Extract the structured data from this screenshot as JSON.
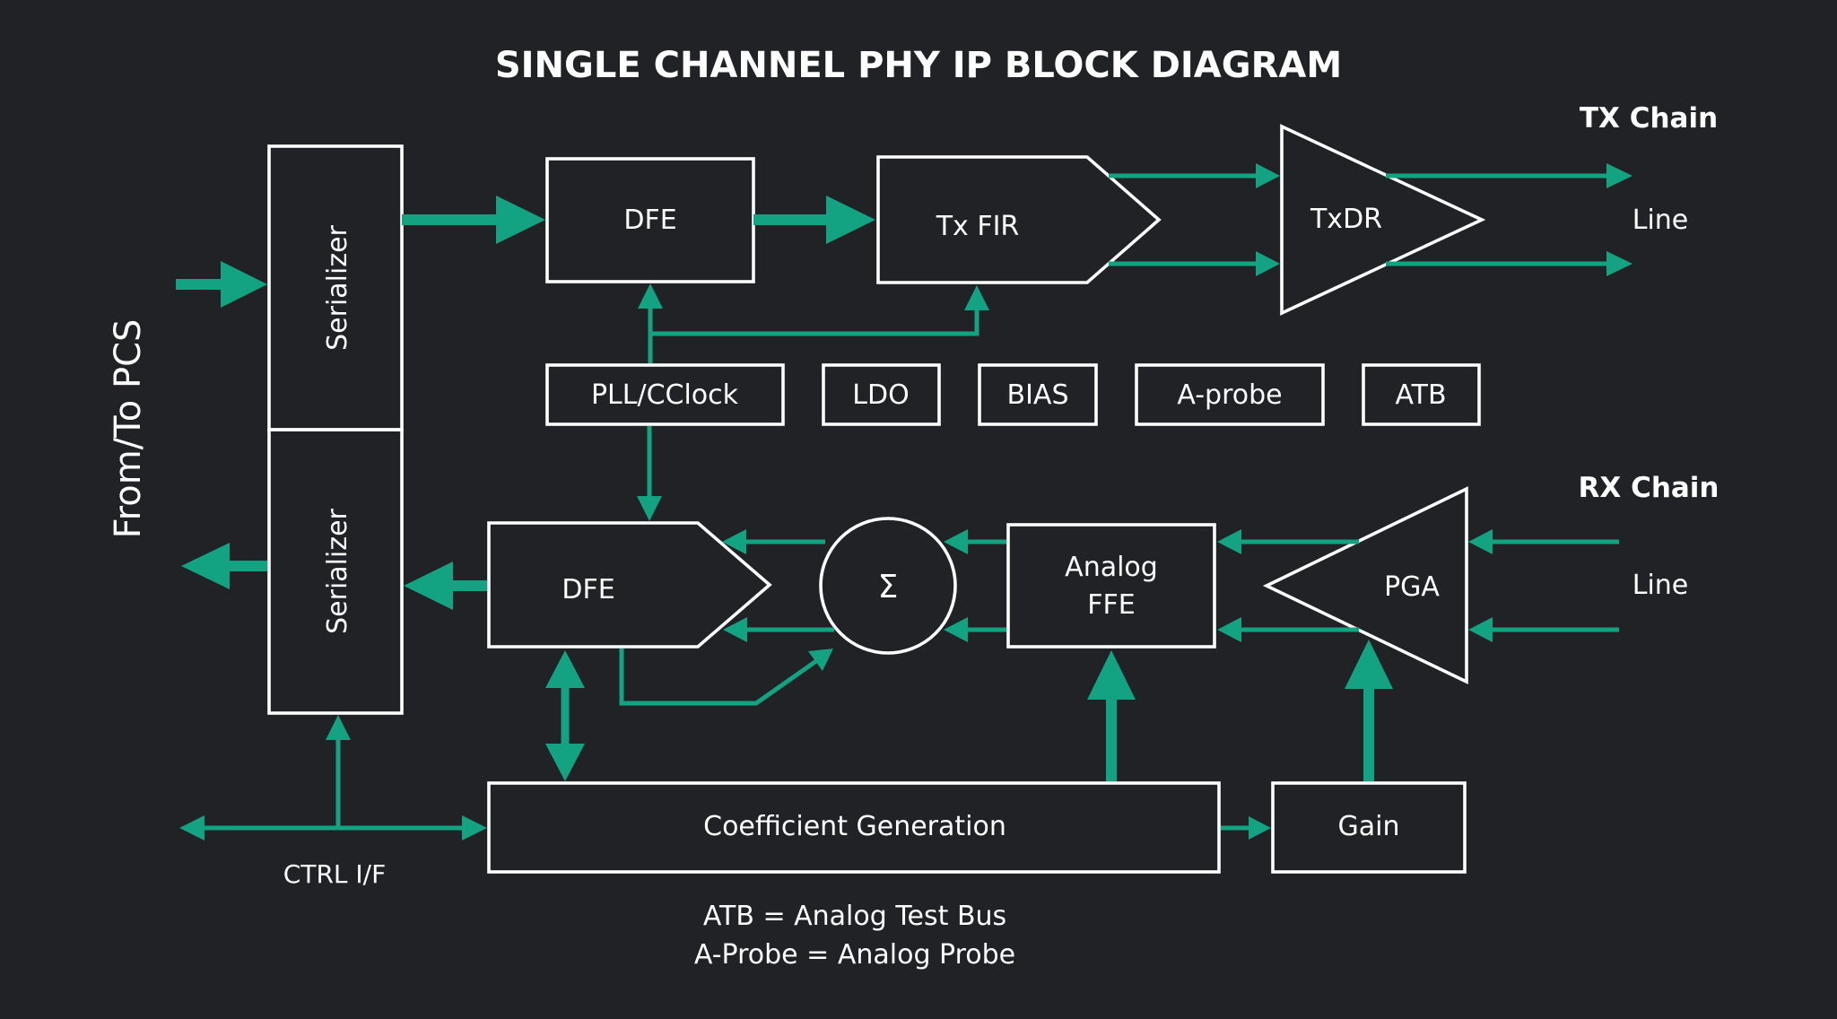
{
  "title": "SINGLE CHANNEL PHY IP BLOCK DIAGRAM",
  "side_label": "From/To PCS",
  "tx_chain": {
    "label": "TX Chain",
    "line_label": "Line"
  },
  "rx_chain": {
    "label": "RX Chain",
    "line_label": "Line"
  },
  "serializer_top": "Serializer",
  "serializer_bottom": "Serializer",
  "tx": {
    "dfe": "DFE",
    "fir": "Tx FIR",
    "driver": "TxDR"
  },
  "shared_blocks": {
    "pll": "PLL/CClock",
    "ldo": "LDO",
    "bias": "BIAS",
    "aprobe": "A-probe",
    "atb": "ATB"
  },
  "rx": {
    "dfe": "DFE",
    "sum": "Σ",
    "ffe_line1": "Analog",
    "ffe_line2": "FFE",
    "pga": "PGA"
  },
  "control": {
    "coeff": "Coefficient Generation",
    "gain": "Gain",
    "ctrl_if": "CTRL I/F"
  },
  "notes": [
    "ATB = Analog Test Bus",
    "A-Probe = Analog Probe"
  ],
  "colors": {
    "background": "#212226",
    "accent": "#13a382",
    "foreground": "#ffffff"
  }
}
